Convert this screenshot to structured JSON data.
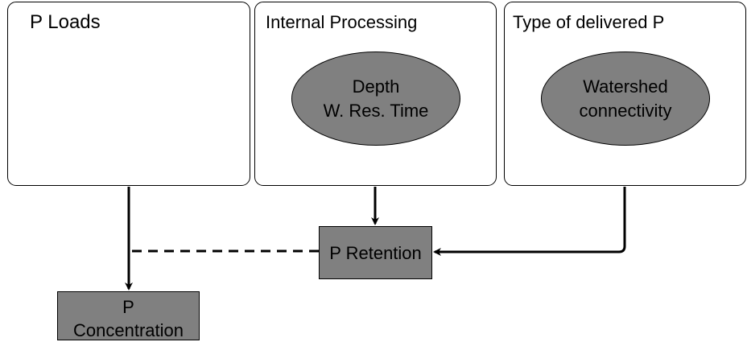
{
  "panels": {
    "p_loads": {
      "title": "P Loads"
    },
    "internal_processing": {
      "title": "Internal Processing",
      "ellipse": {
        "line1": "Depth",
        "line2": "W. Res. Time"
      }
    },
    "type_delivered": {
      "title": "Type of delivered P",
      "ellipse": {
        "line1": "Watershed",
        "line2": "connectivity"
      }
    }
  },
  "nodes": {
    "retention": {
      "label": "P Retention"
    },
    "concentration": {
      "line1": "P",
      "line2": "Concentration"
    }
  },
  "colors": {
    "node_fill": "#808080",
    "stroke": "#000000",
    "background": "#ffffff"
  }
}
